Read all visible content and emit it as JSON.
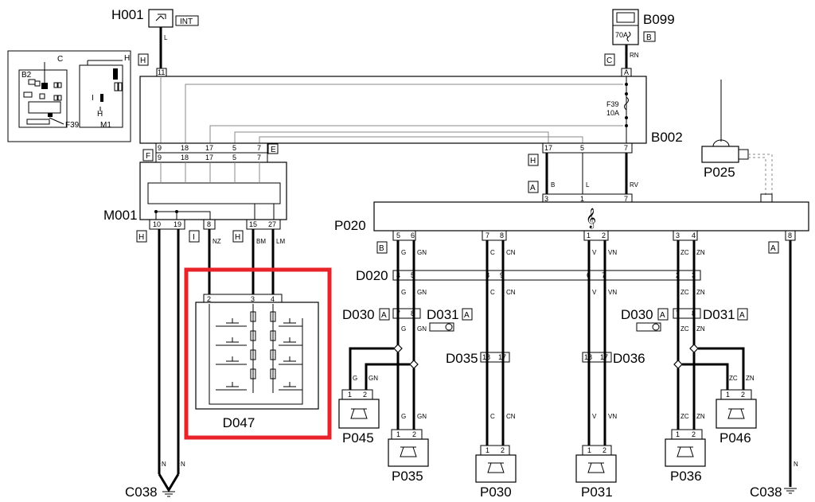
{
  "components": {
    "H001": "H001",
    "B099": "B099",
    "B002": "B002",
    "M001": "M001",
    "P020": "P020",
    "P025": "P025",
    "D020": "D020",
    "D030_left": "D030",
    "D031_left": "D031",
    "D030_right": "D030",
    "D031_right": "D031",
    "D035": "D035",
    "D036": "D036",
    "D047": "D047",
    "P045": "P045",
    "P035": "P035",
    "P030": "P030",
    "P031": "P031",
    "P036": "P036",
    "P046": "P046",
    "C038_left": "C038",
    "C038_right": "C038"
  },
  "tags": {
    "INT": "INT",
    "B": "B",
    "C": "C",
    "H": "H",
    "F": "F",
    "E": "E",
    "I": "I",
    "A": "A"
  },
  "fuses": {
    "b099_rating": "70A",
    "f39_name": "F39",
    "f39_rating": "10A"
  },
  "inset": {
    "b2": "B2",
    "c": "C",
    "h": "H",
    "i": "I",
    "f39": "F39",
    "m1": "M1"
  },
  "wires": {
    "L": "L",
    "RN": "RN",
    "RV": "RV",
    "B": "B",
    "NZ": "NZ",
    "BM": "BM",
    "LM": "LM",
    "N": "N",
    "G": "G",
    "GN": "GN",
    "C": "C",
    "CN": "CN",
    "V": "V",
    "VN": "VN",
    "ZC": "ZC",
    "ZN": "ZN"
  },
  "pins": {
    "p1": "1",
    "p2": "2",
    "p3": "3",
    "p4": "4",
    "p5": "5",
    "p6": "6",
    "p7": "7",
    "p8": "8",
    "p9": "9",
    "p10": "10",
    "p11": "11",
    "p15": "15",
    "p17": "17",
    "p18": "18",
    "p19": "19",
    "p27": "27"
  },
  "symbols": {
    "treble_clef": "𝄞"
  },
  "highlight": {
    "color": "#e8232a",
    "target": "D047"
  }
}
